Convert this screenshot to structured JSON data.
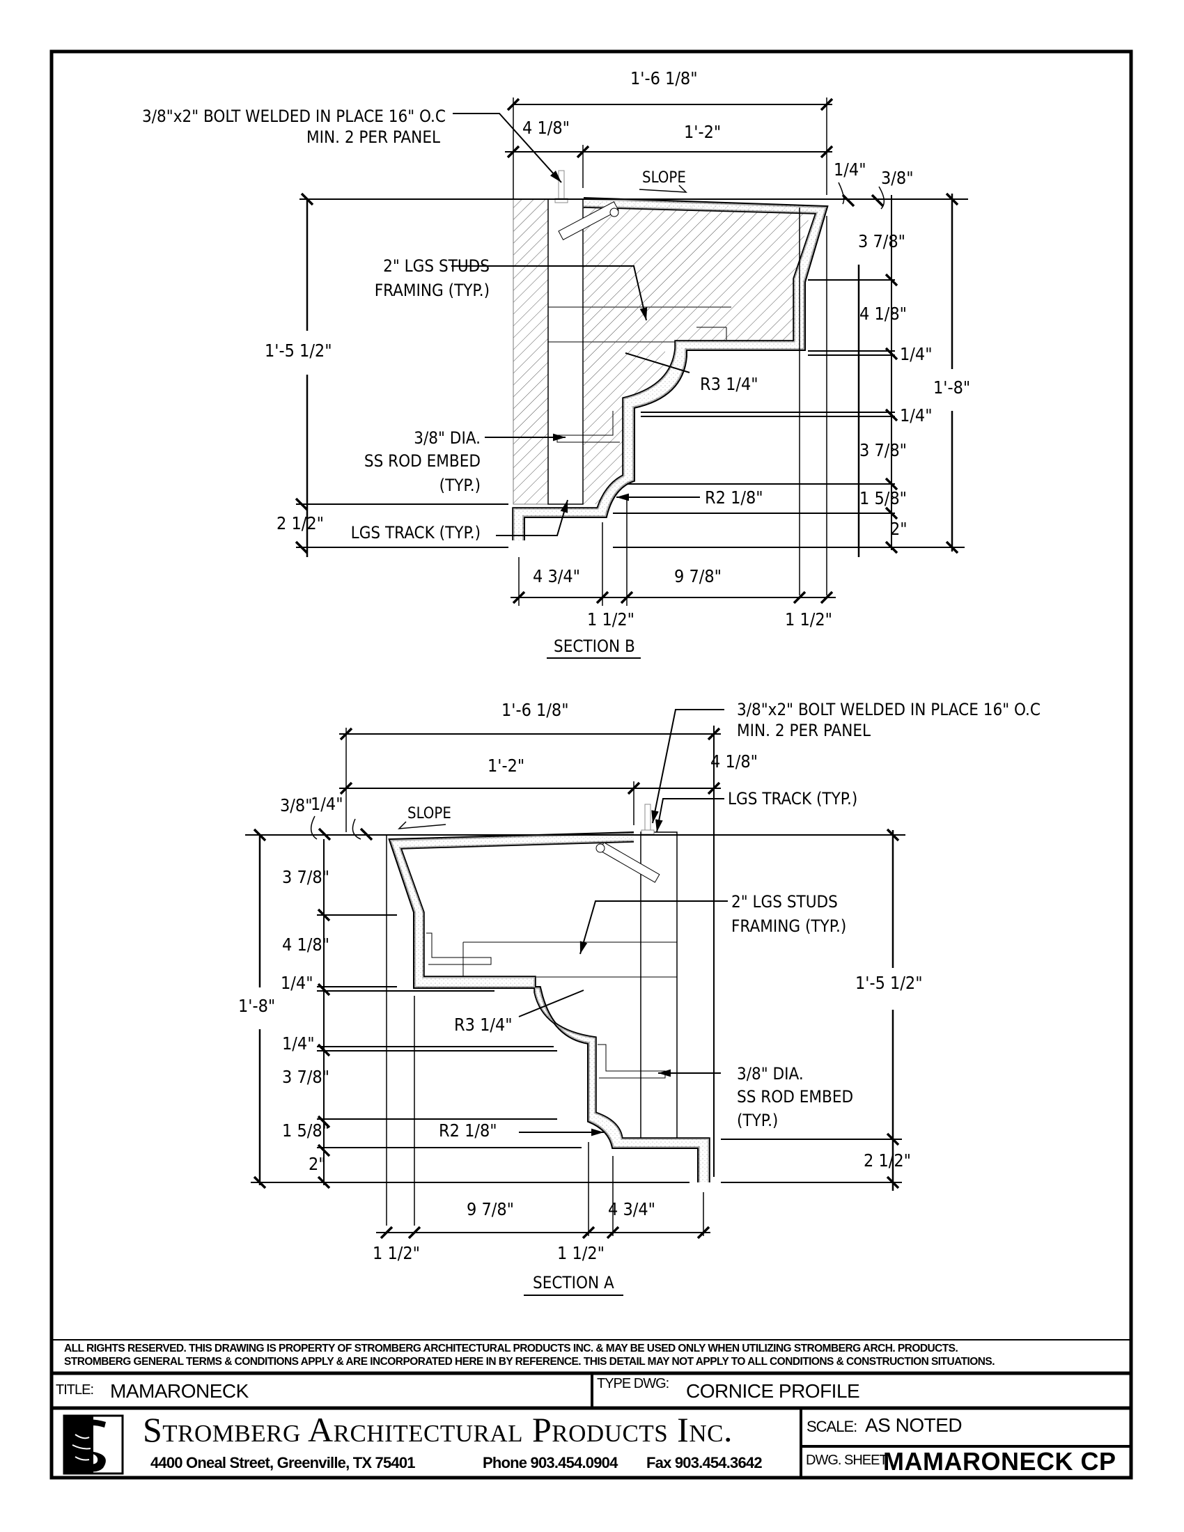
{
  "section_b": {
    "label": "SECTION B",
    "dims": {
      "overall_width": "1'-6 1/8\"",
      "left_part": "4 1/8\"",
      "top_span": "1'-2\"",
      "slope": "SLOPE",
      "quarter": "1/4\"",
      "three_eighths": "3/8\"",
      "r1": "3 7/8\"",
      "r2": "4 1/8\"",
      "r3": "1/4\"",
      "r4": "1/4\"",
      "r5": "3 7/8\"",
      "r6": "1 5/8\"",
      "r7": "2\"",
      "overall_height": "1'-8\"",
      "left_height": "1'-5 1/2\"",
      "track_height": "2 1/2\"",
      "bottom_left": "4 3/4\"",
      "bottom_mid": "9 7/8\"",
      "bottom_small_1": "1 1/2\"",
      "bottom_small_2": "1 1/2\"",
      "radius_large": "R3 1/4\"",
      "radius_small": "R2 1/8\""
    },
    "notes": {
      "bolt_line1": "3/8\"x2\" BOLT WELDED IN PLACE 16\" O.C",
      "bolt_line2": "MIN. 2 PER PANEL",
      "studs_line1": "2\" LGS STUDS",
      "studs_line2": "FRAMING (TYP.)",
      "rod_line1": "3/8\" DIA.",
      "rod_line2": "SS ROD EMBED",
      "rod_line3": "(TYP.)",
      "track": "LGS TRACK (TYP.)"
    }
  },
  "section_a": {
    "label": "SECTION A",
    "dims": {
      "overall_width": "1'-6 1/8\"",
      "top_span": "1'-2\"",
      "right_part": "4 1/8\"",
      "slope": "SLOPE",
      "three_eighths": "3/8\"",
      "quarter": "1/4\"",
      "r1": "3 7/8\"",
      "r2": "4 1/8\"",
      "r3": "1/4\"",
      "r4": "1/4\"",
      "r5": "3 7/8\"",
      "r6": "1 5/8\"",
      "r7": "2\"",
      "overall_height": "1'-8\"",
      "right_height": "1'-5 1/2\"",
      "track_height": "2 1/2\"",
      "bottom_mid": "9 7/8\"",
      "bottom_right": "4 3/4\"",
      "bottom_small_1": "1 1/2\"",
      "bottom_small_2": "1 1/2\"",
      "radius_large": "R3 1/4\"",
      "radius_small": "R2 1/8\""
    },
    "notes": {
      "bolt_line1": "3/8\"x2\" BOLT WELDED IN PLACE 16\" O.C",
      "bolt_line2": "MIN. 2 PER PANEL",
      "track": "LGS TRACK (TYP.)",
      "studs_line1": "2\" LGS STUDS",
      "studs_line2": "FRAMING (TYP.)",
      "rod_line1": "3/8\" DIA.",
      "rod_line2": "SS ROD EMBED",
      "rod_line3": "(TYP.)"
    }
  },
  "title_block": {
    "disclaimer_line1": "ALL RIGHTS RESERVED. THIS DRAWING IS PROPERTY OF STROMBERG ARCHITECTURAL PRODUCTS INC. & MAY BE USED ONLY WHEN UTILIZING STROMBERG ARCH. PRODUCTS.",
    "disclaimer_line2": "STROMBERG GENERAL TERMS & CONDITIONS APPLY & ARE INCORPORATED HERE IN BY REFERENCE. THIS DETAIL MAY NOT APPLY TO ALL CONDITIONS & CONSTRUCTION SITUATIONS.",
    "title_label": "TITLE:",
    "title_value": "MAMARONECK",
    "type_label": "TYPE DWG:",
    "type_value": "CORNICE PROFILE",
    "company_name": "Stromberg Architectural Products Inc.",
    "address": "4400 Oneal Street, Greenville, TX  75401",
    "phone": "Phone 903.454.0904",
    "fax": "Fax 903.454.3642",
    "scale_label": "SCALE:",
    "scale_value": "AS NOTED",
    "sheet_label": "DWG. SHEET",
    "sheet_value": "MAMARONECK CP",
    "logo_icon": "stromberg-s-logo-icon"
  }
}
